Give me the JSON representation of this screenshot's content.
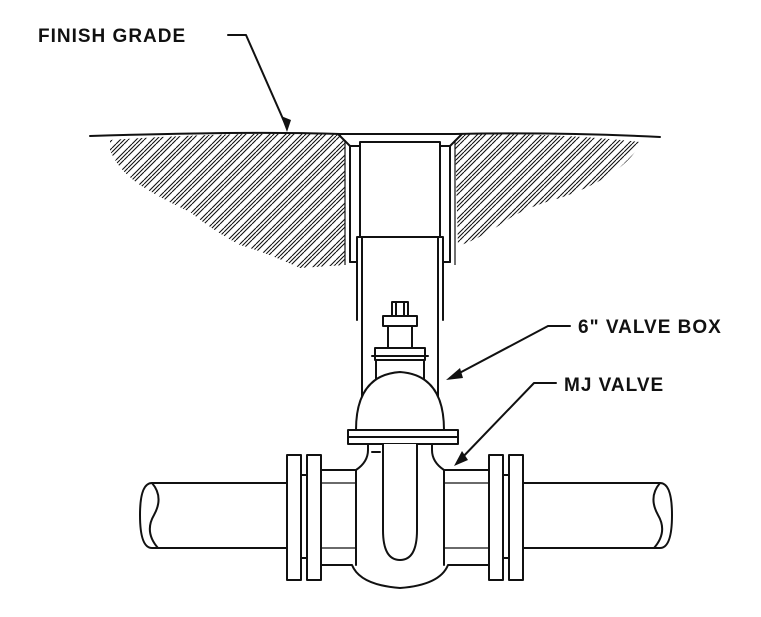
{
  "labels": {
    "finish_grade": "FINISH GRADE",
    "valve_box": "6\" VALVE BOX",
    "mj_valve": "MJ VALVE"
  },
  "colors": {
    "ink": "#111111",
    "background": "#ffffff"
  }
}
